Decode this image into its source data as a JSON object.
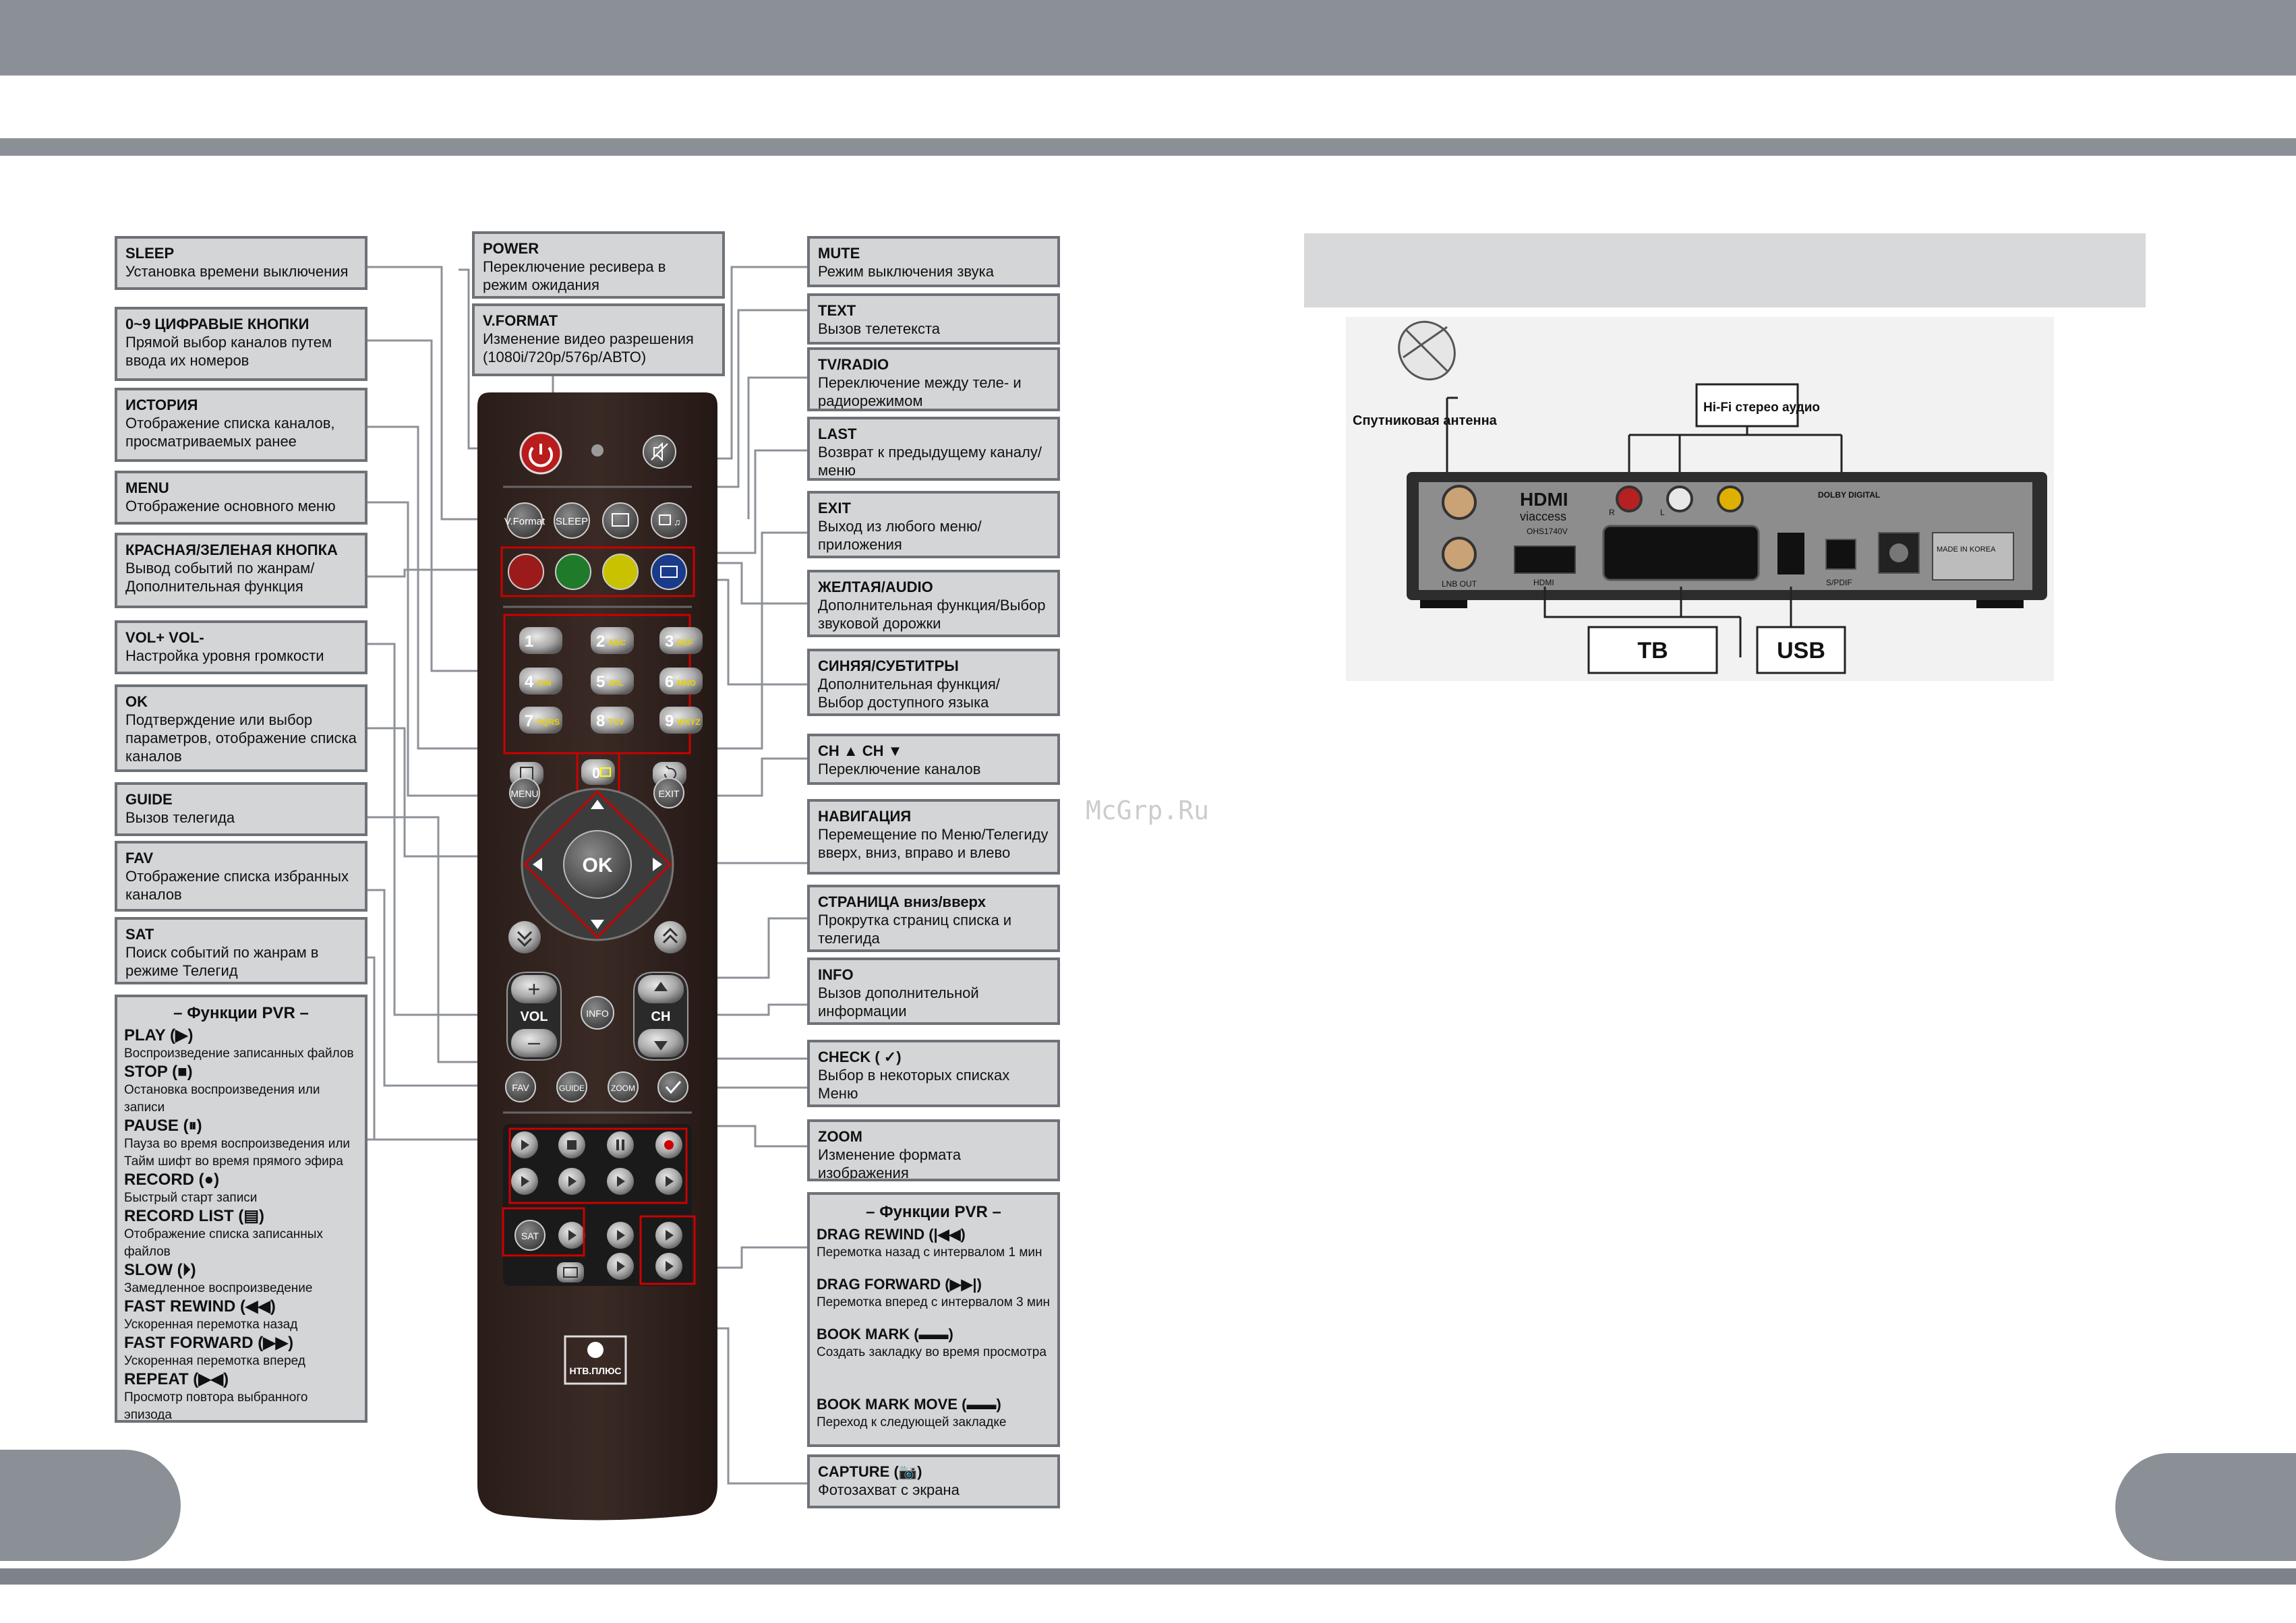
{
  "watermark": "McGrp.Ru",
  "left_boxes": [
    {
      "id": "sleep",
      "title": "SLEEP",
      "desc": "Установка времени выключения"
    },
    {
      "id": "digits",
      "title": "0~9 ЦИФРАВЫЕ КНОПКИ",
      "desc": "Прямой выбор каналов путем ввода их номеров"
    },
    {
      "id": "history",
      "title": "ИСТОРИЯ",
      "desc": "Отображение списка каналов, просматриваемых ранее"
    },
    {
      "id": "menu",
      "title": "MENU",
      "desc": "Отображение основного меню"
    },
    {
      "id": "redgreen",
      "title": "КРАСНАЯ/ЗЕЛЕНАЯ КНОПКА",
      "desc": "Вывод событий по жанрам/Дополнительная функция"
    },
    {
      "id": "vol",
      "title": "VOL+ VOL-",
      "desc": "Настройка уровня громкости"
    },
    {
      "id": "ok",
      "title": "OK",
      "desc": "Подтверждение или выбор параметров, отображение списка каналов"
    },
    {
      "id": "guide",
      "title": "GUIDE",
      "desc": "Вызов телегида"
    },
    {
      "id": "fav",
      "title": "FAV",
      "desc": "Отображение списка избранных каналов"
    },
    {
      "id": "sat",
      "title": "SAT",
      "desc": "Поиск событий по жанрам в режиме Телегид"
    }
  ],
  "pvr_left": {
    "heading": "– Функции PVR –",
    "items": [
      {
        "name": "PLAY (▶)",
        "desc": "Воспроизведение записанных файлов"
      },
      {
        "name": "STOP (■)",
        "desc": "Остановка воспроизведения или записи"
      },
      {
        "name": "PAUSE (⏸)",
        "desc": "Пауза во время воспроизведения или Тайм шифт во время прямого эфира"
      },
      {
        "name": "RECORD (●)",
        "desc": "Быстрый старт записи"
      },
      {
        "name": "RECORD LIST (▤)",
        "desc": "Отображение списка записанных файлов"
      },
      {
        "name": "SLOW (⏵)",
        "desc": "Замедленное воспроизведение"
      },
      {
        "name": "FAST REWIND (◀◀)",
        "desc": "Ускоренная перемотка назад"
      },
      {
        "name": "FAST FORWARD (▶▶)",
        "desc": "Ускоренная перемотка вперед"
      },
      {
        "name": "REPEAT (▶◀)",
        "desc": "Просмотр повтора выбранного эпизода"
      }
    ]
  },
  "center_boxes": [
    {
      "id": "power",
      "title": "POWER",
      "desc": "Переключение ресивера в режим ожидания"
    },
    {
      "id": "vformat",
      "title": "V.FORMAT",
      "desc": "Изменение видео разрешения (1080i/720p/576p/АВТО)"
    }
  ],
  "right_boxes": [
    {
      "id": "mute",
      "title": "MUTE",
      "desc": "Режим выключения звука"
    },
    {
      "id": "text",
      "title": "TEXT",
      "desc": "Вызов телетекста"
    },
    {
      "id": "tvradio",
      "title": "TV/RADIO",
      "desc": "Переключение между теле- и радиорежимом"
    },
    {
      "id": "last",
      "title": "LAST",
      "desc": "Возврат к предыдущему каналу/меню"
    },
    {
      "id": "exit",
      "title": "EXIT",
      "desc": "Выход из любого меню/приложения"
    },
    {
      "id": "yellow",
      "title": "ЖЕЛТАЯ/AUDIO",
      "desc": "Дополнительная функция/Выбор звуковой дорожки"
    },
    {
      "id": "blue",
      "title": "СИНЯЯ/СУБТИТРЫ",
      "desc": "Дополнительная функция/ Выбор доступного языка субтитров"
    },
    {
      "id": "ch",
      "title": "CH ▲ CH ▼",
      "desc": "Переключение каналов"
    },
    {
      "id": "nav",
      "title": "НАВИГАЦИЯ",
      "desc": "Перемещение по Меню/Телегиду вверх, вниз, вправо и влево"
    },
    {
      "id": "page",
      "title": "СТРАНИЦА вниз/вверх",
      "desc": "Прокрутка страниц списка и телегида"
    },
    {
      "id": "info",
      "title": "INFO",
      "desc": "Вызов дополнительной информации"
    },
    {
      "id": "check",
      "title": "CHECK ( ✓)",
      "desc": "Выбор в некоторых списках Меню"
    },
    {
      "id": "zoom",
      "title": "ZOOM",
      "desc": "Изменение формата изображения"
    }
  ],
  "pvr_right": {
    "heading": "– Функции PVR –",
    "items": [
      {
        "name": "DRAG REWIND (|◀◀)",
        "desc": "Перемотка назад с интервалом 1 мин"
      },
      {
        "name": "DRAG FORWARD (▶▶|)",
        "desc": "Перемотка вперед с интервалом 3 мин"
      },
      {
        "name": "BOOK MARK (▬▬)",
        "desc": "Создать закладку во время просмотра"
      },
      {
        "name": "BOOK MARK MOVE (▬▬)",
        "desc": "Переход к следующей закладке"
      }
    ]
  },
  "capture": {
    "title": "CAPTURE (📷)",
    "desc": "Фотозахват с экрана"
  },
  "remote": {
    "vformat": "V.Format",
    "sleep": "SLEEP",
    "menu": "MENU",
    "exit": "EXIT",
    "ok": "OK",
    "vol": "VOL",
    "ch": "CH",
    "info": "INFO",
    "fav": "FAV",
    "guide": "GUIDE",
    "zoom": "ZOOM",
    "sat": "SAT",
    "logo": "НТВ.ПЛЮС",
    "digits": [
      {
        "n": "1",
        "l": ""
      },
      {
        "n": "2",
        "l": "ABC"
      },
      {
        "n": "3",
        "l": "DEF"
      },
      {
        "n": "4",
        "l": "GHI"
      },
      {
        "n": "5",
        "l": "JKL"
      },
      {
        "n": "6",
        "l": "MNO"
      },
      {
        "n": "7",
        "l": "PQRS"
      },
      {
        "n": "8",
        "l": "TUV"
      },
      {
        "n": "9",
        "l": "WXYZ"
      }
    ],
    "zero": "0"
  },
  "receiver": {
    "antenna_label": "Спутниковая антенна",
    "hifi_label": "Hi-Fi стерео аудио",
    "tv_label": "ТВ",
    "usb_label": "USB",
    "hdmi_logo": "HDMI",
    "brand": "viaccess",
    "model": "OHS1740V",
    "lnb_out": "LNB OUT",
    "port_hdmi": "HDMI",
    "port_spdif": "S/PDIF",
    "rca_r": "R",
    "rca_l": "L",
    "made_in": "MADE IN KOREA",
    "dolby": "DOLBY DIGITAL"
  }
}
